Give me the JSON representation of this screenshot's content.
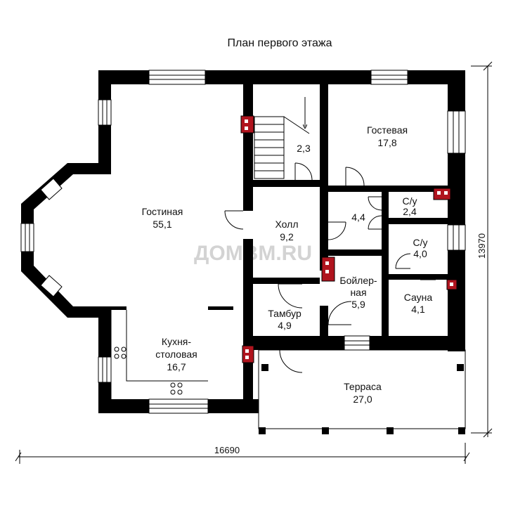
{
  "title": "План первого этажа",
  "watermark": "ДОМВМ.RU",
  "dimensions": {
    "width": "16690",
    "height": "13970"
  },
  "rooms": [
    {
      "id": "gostinaya",
      "name": "Гостиная",
      "area": "55,1"
    },
    {
      "id": "stair",
      "name": "",
      "area": "2,3"
    },
    {
      "id": "gostevaya",
      "name": "Гостевая",
      "area": "17,8"
    },
    {
      "id": "holl",
      "name": "Холл",
      "area": "9,2"
    },
    {
      "id": "room44",
      "name": "",
      "area": "4,4"
    },
    {
      "id": "su1",
      "name": "С/у",
      "area": "2,4"
    },
    {
      "id": "su2",
      "name": "С/у",
      "area": "4,0"
    },
    {
      "id": "boiler",
      "name": "Бойлер-\nная",
      "area": "5,9"
    },
    {
      "id": "sauna",
      "name": "Сауна",
      "area": "4,1"
    },
    {
      "id": "tambur",
      "name": "Тамбур",
      "area": "4,9"
    },
    {
      "id": "kitchen",
      "name": "Кухня-\nстоловая",
      "area": "16,7"
    },
    {
      "id": "terrace",
      "name": "Терраса",
      "area": "27,0"
    }
  ],
  "colors": {
    "wall": "#000000",
    "chimney": "#b0141e",
    "watermark": "#d3d3d3"
  }
}
